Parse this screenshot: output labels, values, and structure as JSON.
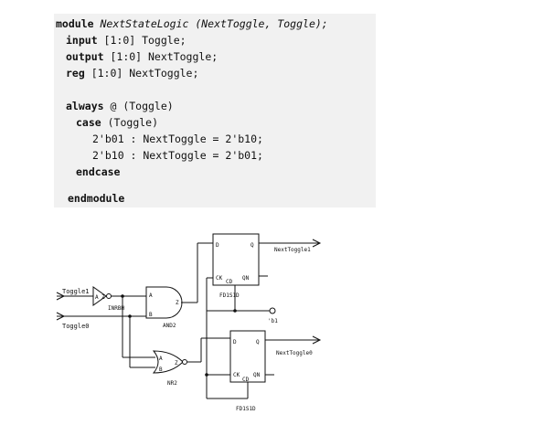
{
  "code": {
    "l1": {
      "kw": "module",
      "rest": " NextStateLogic (NextToggle, Toggle);"
    },
    "l2": {
      "kw": "input",
      "rest": " [1:0] Toggle;"
    },
    "l3": {
      "kw": "output",
      "rest": " [1:0] NextToggle;"
    },
    "l4": {
      "kw": "reg",
      "rest": " [1:0] NextToggle;"
    },
    "l5": {
      "kw": "always",
      "rest": " @ (Toggle)"
    },
    "l6": {
      "kw": "case",
      "rest": " (Toggle)"
    },
    "l7": {
      "text": "2'b01 : NextToggle = 2'b10;"
    },
    "l8": {
      "text": "2'b10 : NextToggle = 2'b01;"
    },
    "l9": {
      "kw": "endcase"
    },
    "l10": {
      "kw": "endmodule"
    }
  },
  "schematic": {
    "inputs": [
      "Toggle1",
      "Toggle0"
    ],
    "outputs": [
      "NextToggle1",
      "NextToggle0"
    ],
    "gates": {
      "inv": "INRBH",
      "and": "AND2",
      "nor": "NR2"
    },
    "pins": {
      "a": "A",
      "b": "B",
      "z": "Z",
      "d": "D",
      "q": "Q",
      "ck": "CK",
      "cd": "CD",
      "qn": "QN"
    },
    "flops": [
      "FD1S1D",
      "FD1S1D"
    ],
    "const_label": "'b1"
  }
}
